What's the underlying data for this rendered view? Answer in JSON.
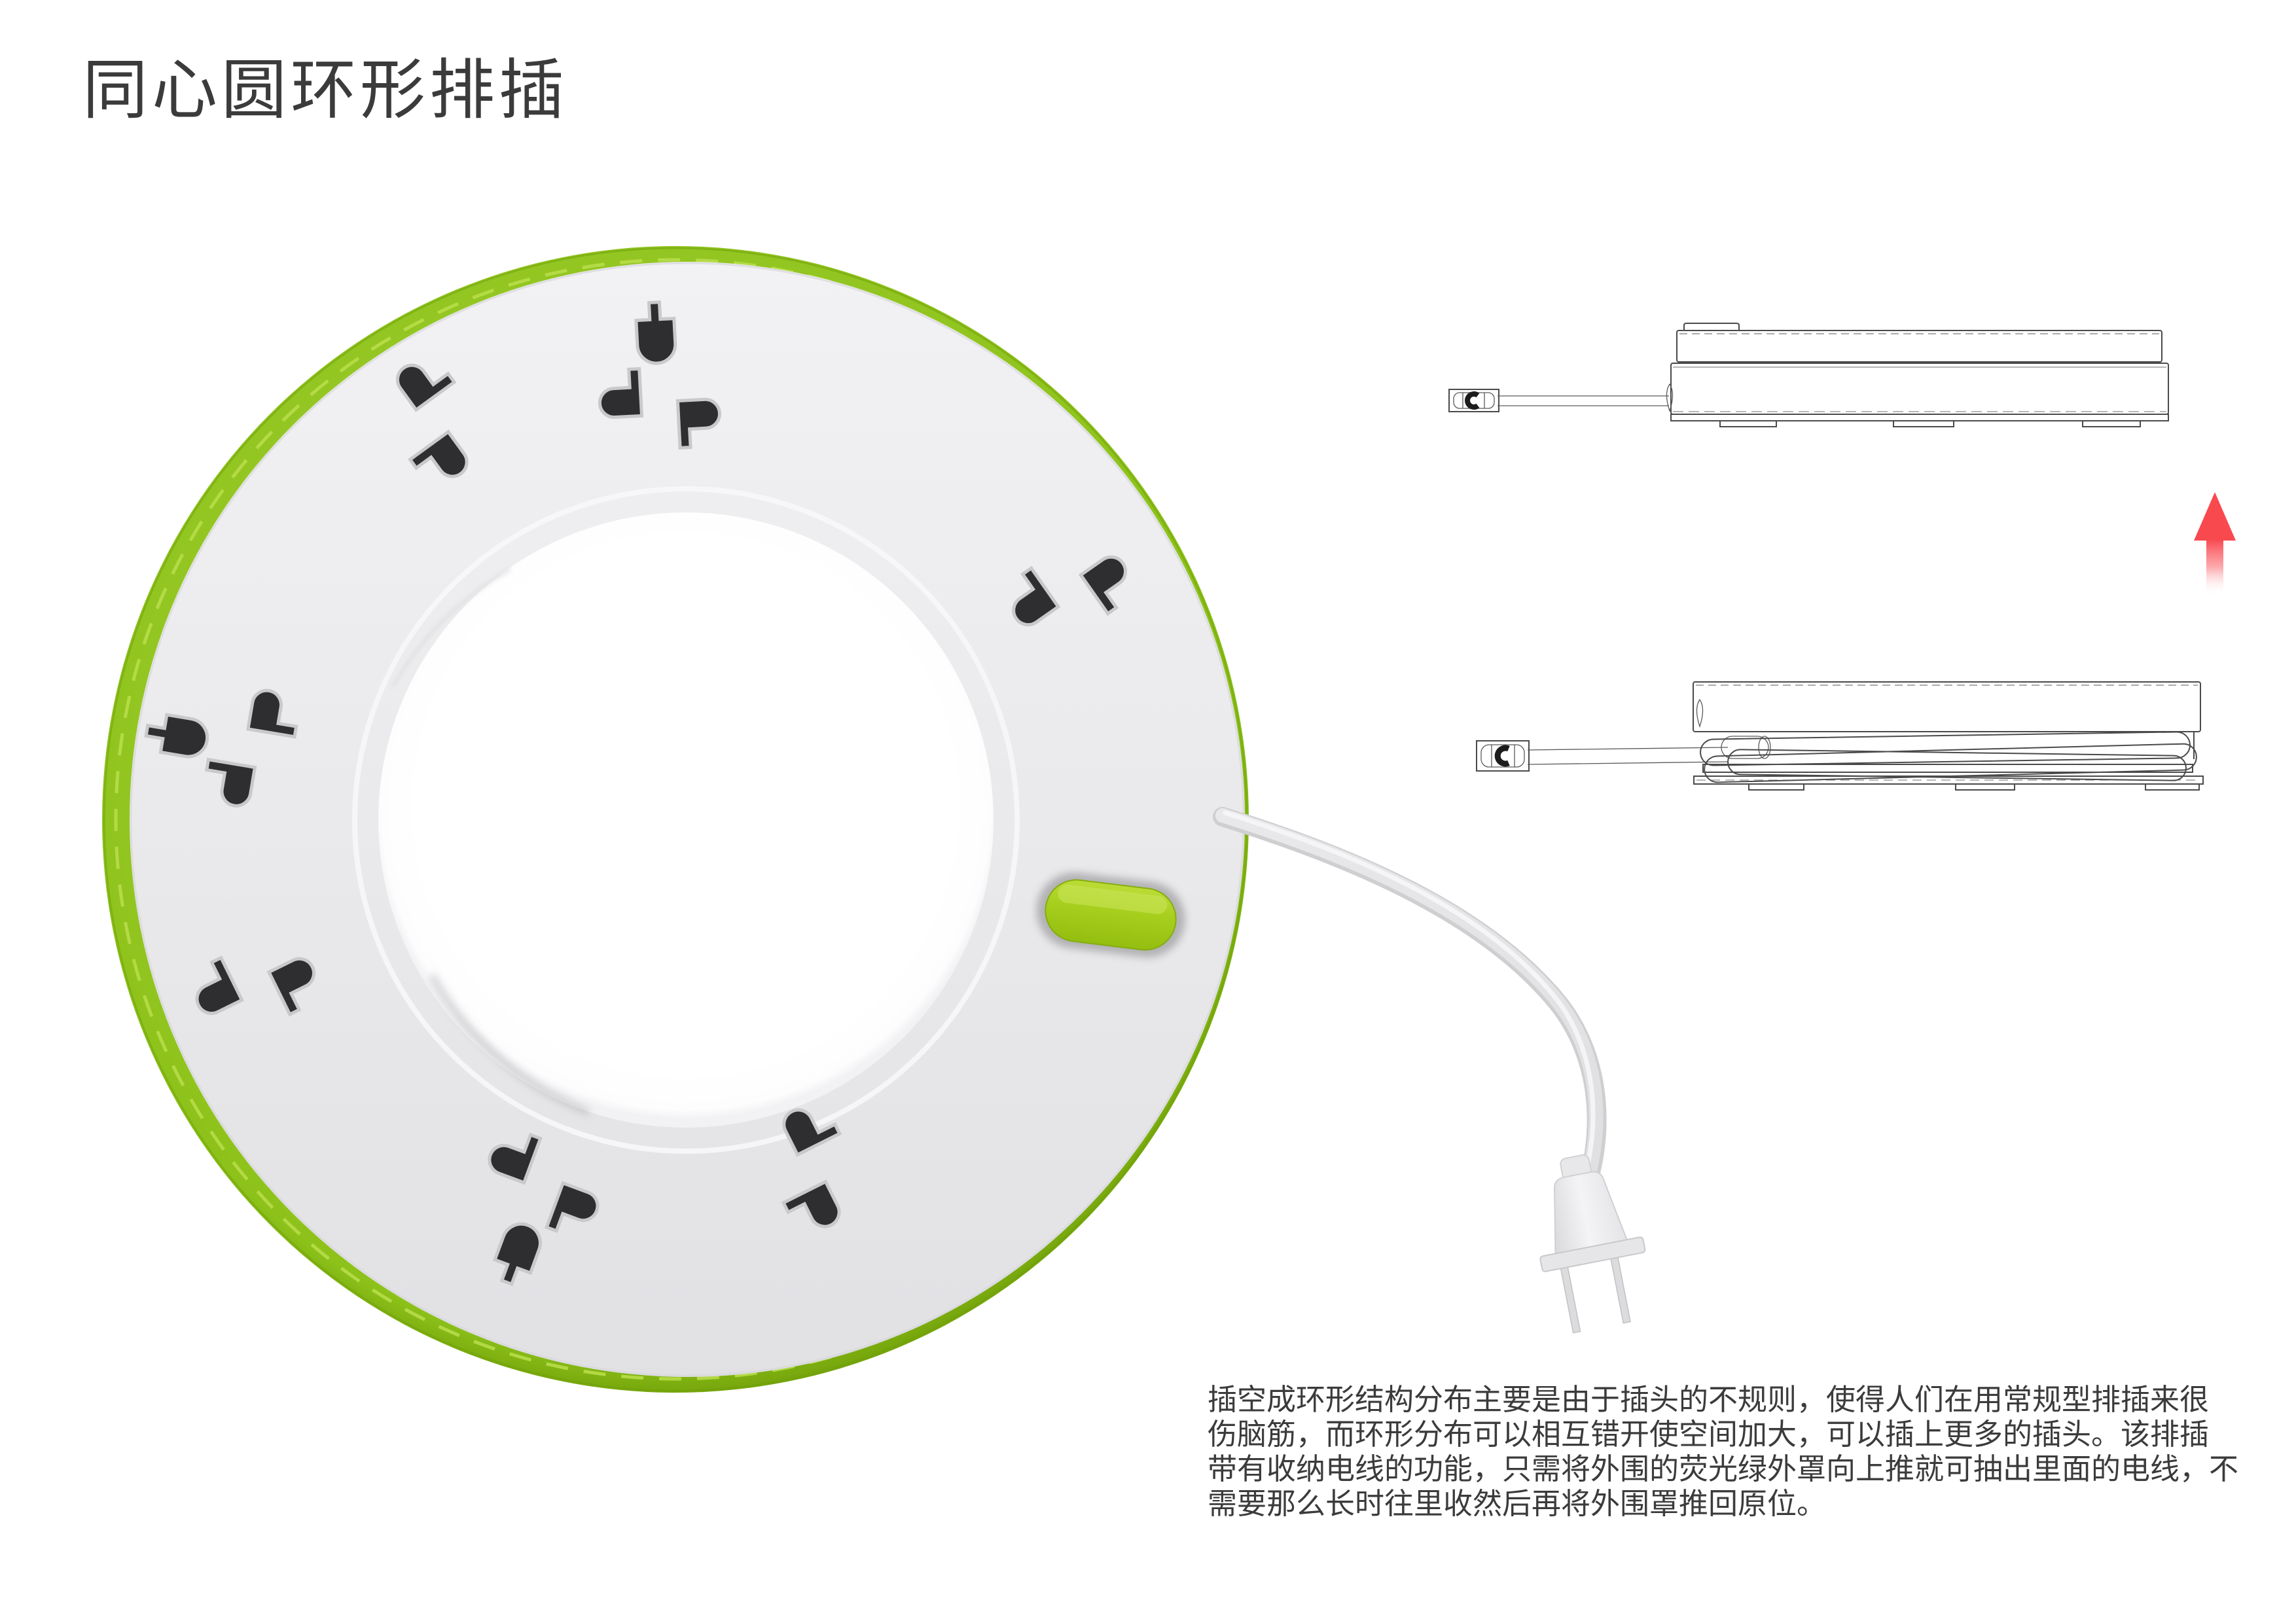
{
  "title": "同心圆环形排插",
  "description": {
    "lines": [
      "插空成环形结构分布主要是由于插头的不规则，使得人们在用常规型排插来很",
      "伤脑筋，而环形分布可以相互错开使空间加大，可以插上更多的插头。该排插",
      "带有收纳电线的功能，只需将外围的荧光绿外罩向上推就可抽出里面的电线，不",
      "需要那么长时往里收然后再将外围罩推回原位。"
    ]
  },
  "colors": {
    "accent_green": "#8dc21a",
    "accent_green_dark": "#79aa0e",
    "button_green": "#a6ce1d",
    "dash_green": "#b7dd49",
    "arrow_red": "#f8494f",
    "ring_face": "#ebebed",
    "hole_dark": "#2e2e30",
    "text": "#3b3b3b",
    "line_art": "#4a4a4a"
  },
  "illustration": {
    "socket_count": 7,
    "three_hole_sockets": 3,
    "two_hole_sockets": 4,
    "button": "slide-button",
    "views": [
      "cover-raised-side-view",
      "cover-closed-coiled-cord-side-view"
    ]
  }
}
